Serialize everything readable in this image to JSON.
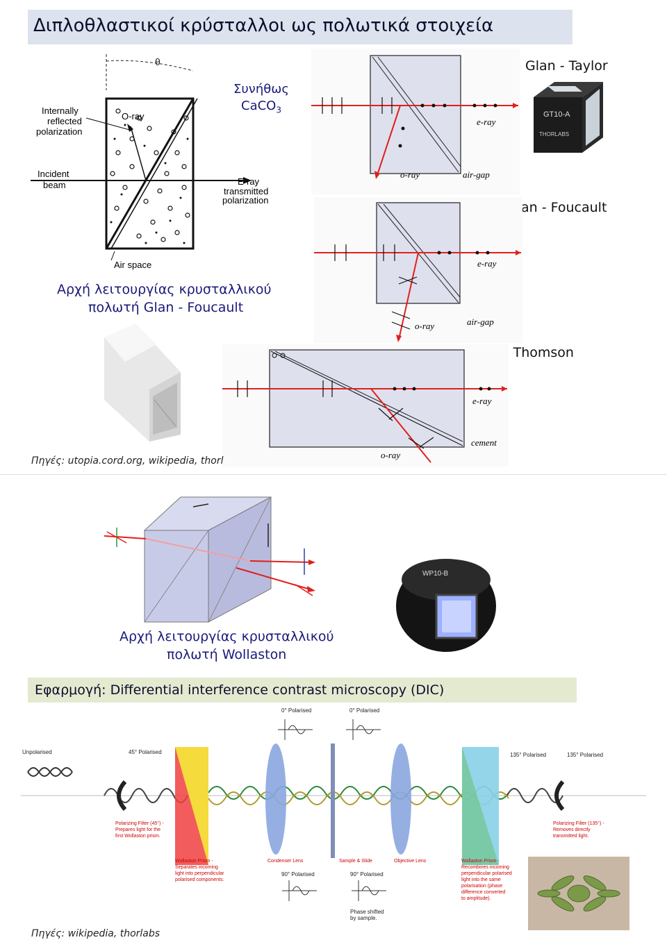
{
  "top": {
    "title": "Διπλοθλαστικοί κρύσταλλοι ως πολωτικά στοιχεία",
    "caco3_line1": "Συνήθως",
    "caco3_line2": "CaCO",
    "caco3_sub": "3",
    "glan_taylor": "Glan - Taylor",
    "glan_foucault": "Glan - Foucault",
    "glan_thomson": "Glan - Thomson",
    "principle_line1": "Αρχή λειτουργίας κρυσταλλικού",
    "principle_line2": "πολωτή Glan - Foucault",
    "sources": "Πηγές: utopia.cord.org, wikipedia, thorl",
    "diagram_labels": {
      "theta": "θ",
      "internally1": "Internally",
      "internally2": "reflected",
      "internally3": "polarization",
      "oray": "O-ray",
      "incident1": "Incident",
      "incident2": "beam",
      "eray1": "E-ray",
      "eray2": "transmitted",
      "eray3": "polarization",
      "airspace": "Air space"
    },
    "prism_labels": {
      "e_ray": "e-ray",
      "o_ray": "o-ray",
      "air_gap": "air-gap",
      "cement": "cement"
    },
    "gt_label": "GT10-A",
    "thor_label": "THORLABS"
  },
  "bottom": {
    "principle_line1": "Αρχή λειτουργίας κρυσταλλικού",
    "principle_line2": "πολωτή Wollaston",
    "application": "Εφαρμογή: Differential interference contrast microscopy  (DIC)",
    "sources": "Πηγές: wikipedia, thorlabs",
    "wp_label": "WP10-B",
    "dic_labels": {
      "unpolarised": "Unpolarised",
      "p45": "45° Polarised",
      "p0a": "0° Polarised",
      "p0b": "0° Polarised",
      "p90a": "90° Polarised",
      "p90b": "90° Polarised",
      "p135a": "135° Polarised",
      "p135b": "135° Polarised",
      "filter45_1": "Polarizing Filter (45°) -",
      "filter45_2": "Prepares light for the",
      "filter45_3": "first Wollaston prism.",
      "wol1_1": "Wollaston Prism -",
      "wol1_2": "Separates incoming",
      "wol1_3": "light into perpendicular",
      "wol1_4": "polarised components.",
      "condenser": "Condenser Lens",
      "sample": "Sample & Slide",
      "objective": "Objective Lens",
      "phase1": "Phase shifted",
      "phase2": "by sample.",
      "wol2_1": "Wollaston Prism -",
      "wol2_2": "Recombines incoming",
      "wol2_3": "perpendicular polarised",
      "wol2_4": "light into the same",
      "wol2_5": "polarisation (phase",
      "wol2_6": "difference converted",
      "wol2_7": "to amplitude).",
      "filter135_1": "Polarizing Filter (135°) -",
      "filter135_2": "Removes directly",
      "filter135_3": "transmitted light."
    }
  },
  "colors": {
    "ray_red": "#e0201c",
    "title_bg": "#dde3ee",
    "app_bg": "#e4ead0",
    "prism_fill": "#c8cbe8"
  }
}
